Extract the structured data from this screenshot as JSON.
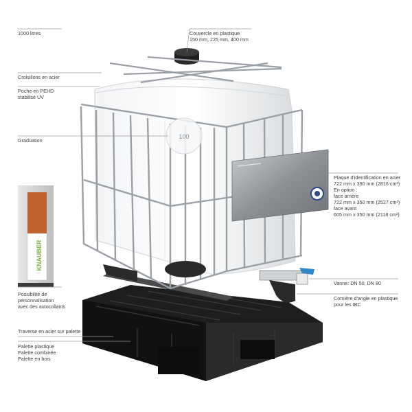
{
  "labels": {
    "capacity": "1000 litres",
    "lid": [
      "Couvercle en plastique",
      "150 mm, 225 mm, 400 mm"
    ],
    "crossbars": "Croisillons en acier",
    "bladder": [
      "Poche en PEHD",
      "stabilisé UV"
    ],
    "graduation": "Graduation",
    "plate": [
      "Plaque d'identification en acier",
      "722 mm x 390 mm (2816 cm²)",
      "En option :",
      "face arrière",
      "722 mm x 350 mm (2527 cm²)",
      "face avant",
      "605 mm x 350 mm (2118 cm²)"
    ],
    "stickers": [
      "Possibilité de",
      "personnalisation",
      "avec des autocollants"
    ],
    "valve": "Vanne: DN 50, DN 80",
    "corner": [
      "Cornière d'angle en plastique",
      "pour les IBC"
    ],
    "crossbeam": "Traverse en acier sur palette",
    "pallet": [
      "Palette plastique",
      "Palette combinée",
      "Palette en bois"
    ]
  },
  "brand_sticker": "KNAUBER",
  "graduation_mark": "100",
  "colors": {
    "cage": "#9aa0a6",
    "tank": "#eef0f2",
    "pallet": "#1c1c1c",
    "plate": "#8e9196",
    "valve_handle": "#2f86c8",
    "sticker_green": "#7cb342",
    "sticker_orange": "#c0622c"
  }
}
